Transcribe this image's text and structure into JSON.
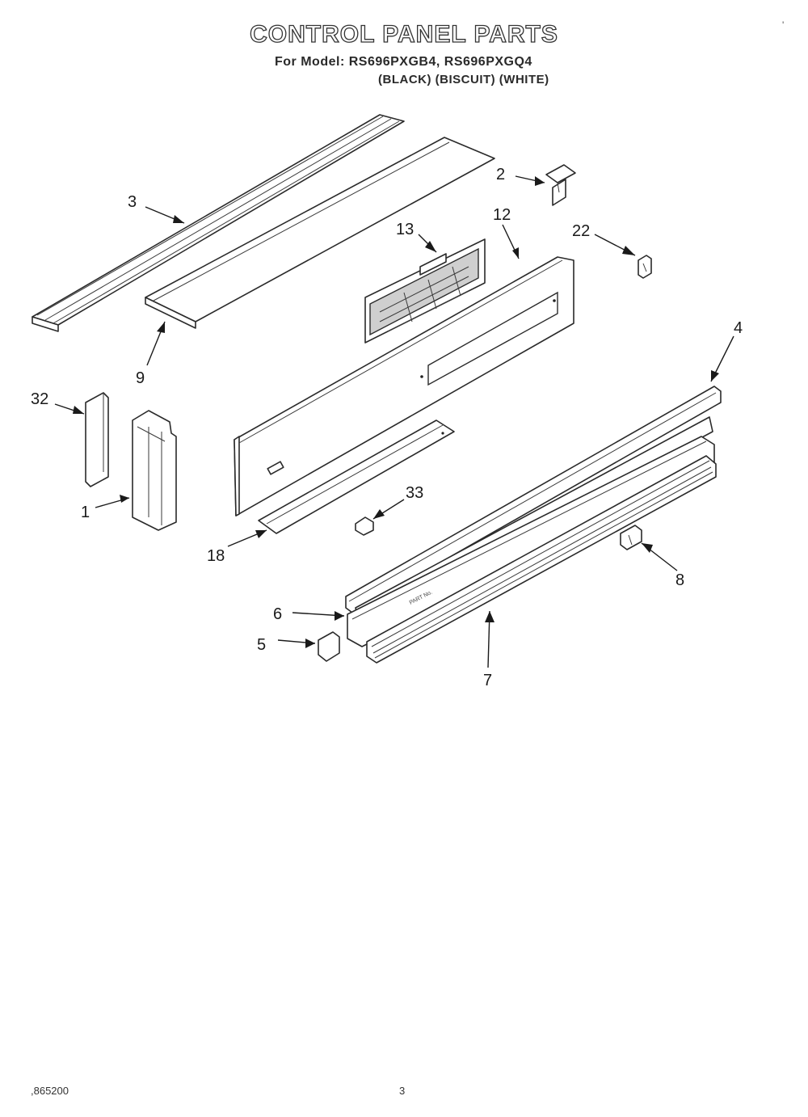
{
  "header": {
    "title": "CONTROL PANEL PARTS",
    "subtitle_line1": "For Model: RS696PXGB4, RS696PXGQ4",
    "subtitle_line2": "(BLACK) (BISCUIT) (WHITE)"
  },
  "callouts": {
    "c1": "1",
    "c2": "2",
    "c3": "3",
    "c4": "4",
    "c5": "5",
    "c6": "6",
    "c7": "7",
    "c8": "8",
    "c9": "9",
    "c12": "12",
    "c13": "13",
    "c18": "18",
    "c22": "22",
    "c32": "32",
    "c33": "33"
  },
  "footer": {
    "code": ",865200",
    "page_number": "3"
  },
  "corner_mark": "'"
}
